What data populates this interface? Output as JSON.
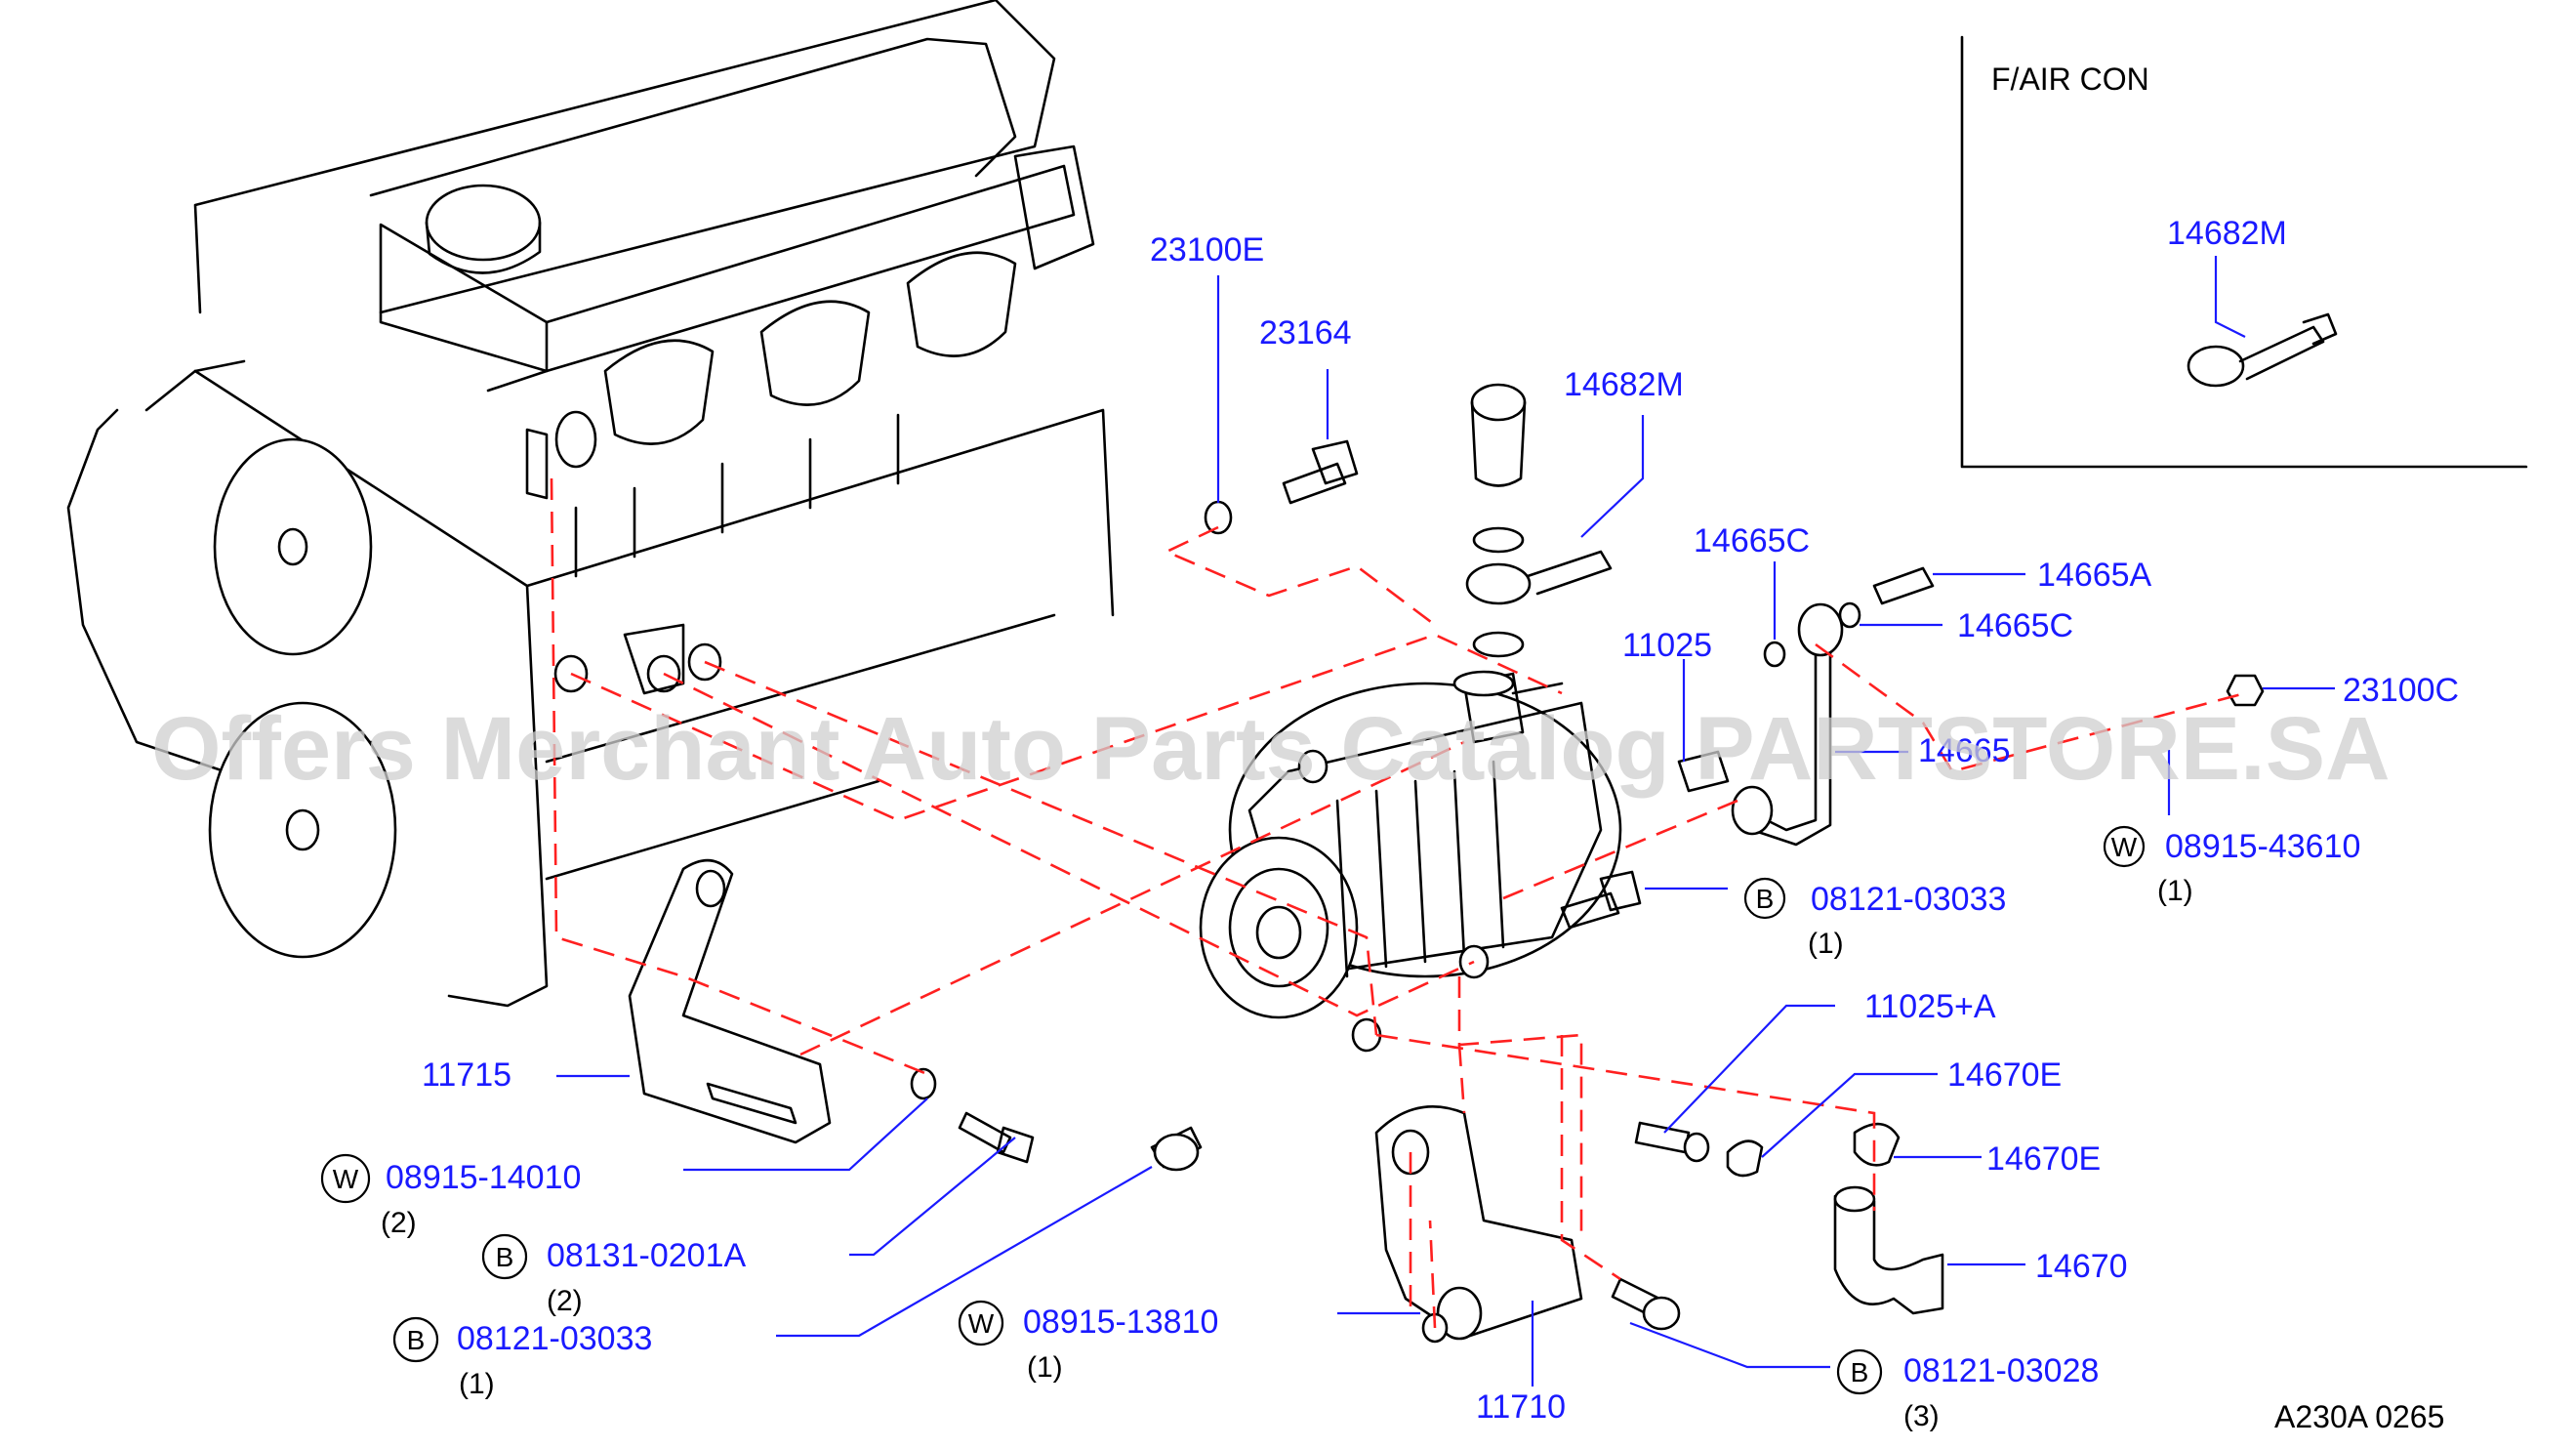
{
  "watermark": "Offers Merchant Auto Parts Catalog PARTSTORE.SA",
  "inset": {
    "title": "F/AIR  CON",
    "part": "14682M"
  },
  "reference": "A230A  0265",
  "labels": {
    "p23100E": "23100E",
    "p23164": "23164",
    "p14682M": "14682M",
    "p14665C_top": "14665C",
    "p14665A": "14665A",
    "p14665C_right": "14665C",
    "p11025": "11025",
    "p14665": "14665",
    "p23100C": "23100C",
    "p11715": "11715",
    "p11025A": "11025+A",
    "p14670E_1": "14670E",
    "p14670E_2": "14670E",
    "p14670": "14670",
    "p11710": "11710"
  },
  "fasteners": {
    "f08915_43610": {
      "symbol": "W",
      "part": "08915-43610",
      "qty": "(1)"
    },
    "f08121_03033_a": {
      "symbol": "B",
      "part": "08121-03033",
      "qty": "(1)"
    },
    "f08915_14010": {
      "symbol": "W",
      "part": "08915-14010",
      "qty": "(2)"
    },
    "f08131_0201A": {
      "symbol": "B",
      "part": "08131-0201A",
      "qty": "(2)"
    },
    "f08121_03033_b": {
      "symbol": "B",
      "part": "08121-03033",
      "qty": "(1)"
    },
    "f08915_13810": {
      "symbol": "W",
      "part": "08915-13810",
      "qty": "(1)"
    },
    "f08121_03028": {
      "symbol": "B",
      "part": "08121-03028",
      "qty": "(3)"
    }
  },
  "colors": {
    "label": "#1a1aff",
    "phantom_line": "#ff2020",
    "line_art": "#000000",
    "watermark": "#cfcfcf"
  }
}
